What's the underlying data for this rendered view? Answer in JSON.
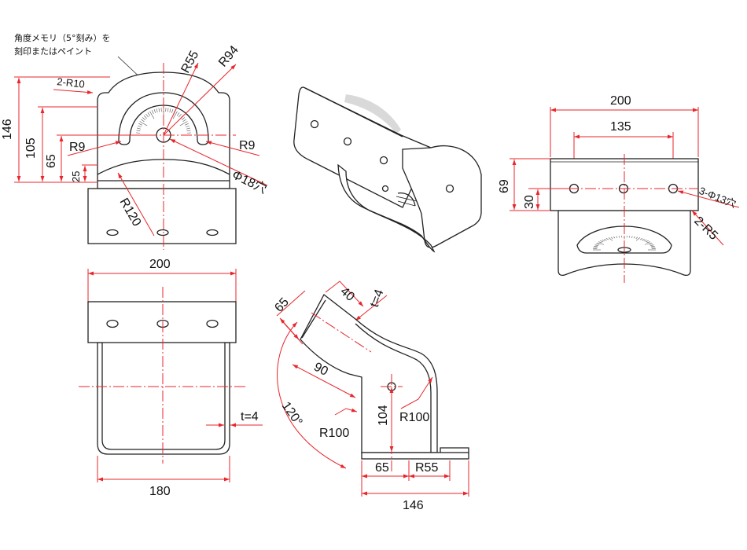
{
  "note": {
    "line1": "角度メモリ（5°刻み）を",
    "line2": "刻印またはペイント"
  },
  "front_view": {
    "r55": "R55",
    "r94": "R94",
    "r10": "2-R10",
    "r9_left": "R9",
    "r9_right": "R9",
    "hole": "Φ18穴",
    "r120": "R120",
    "h146": "146",
    "h105": "105",
    "h65": "65",
    "h25": "25"
  },
  "bottom_view": {
    "width_top": "200",
    "width_bottom": "180",
    "thickness": "t=4"
  },
  "side_view": {
    "d65": "65",
    "d40": "40",
    "thickness": "t=4",
    "d90": "90",
    "angle": "120°",
    "r100_left": "R100",
    "r100_right": "R100",
    "d104": "104",
    "b65": "65",
    "br55": "R55",
    "b146": "146"
  },
  "top_view": {
    "w200": "200",
    "w135": "135",
    "h69": "69",
    "h30": "30",
    "holes": "3-Φ13穴",
    "r5": "2-R5"
  },
  "colors": {
    "dimension": "#e8262b",
    "outline": "#222222"
  }
}
